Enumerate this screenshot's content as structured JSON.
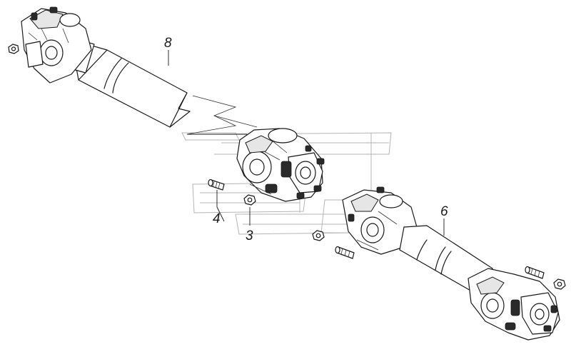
{
  "callouts": {
    "shaft_front": "8",
    "shaft_rear": "6",
    "bolt": "4",
    "nut": "3"
  }
}
